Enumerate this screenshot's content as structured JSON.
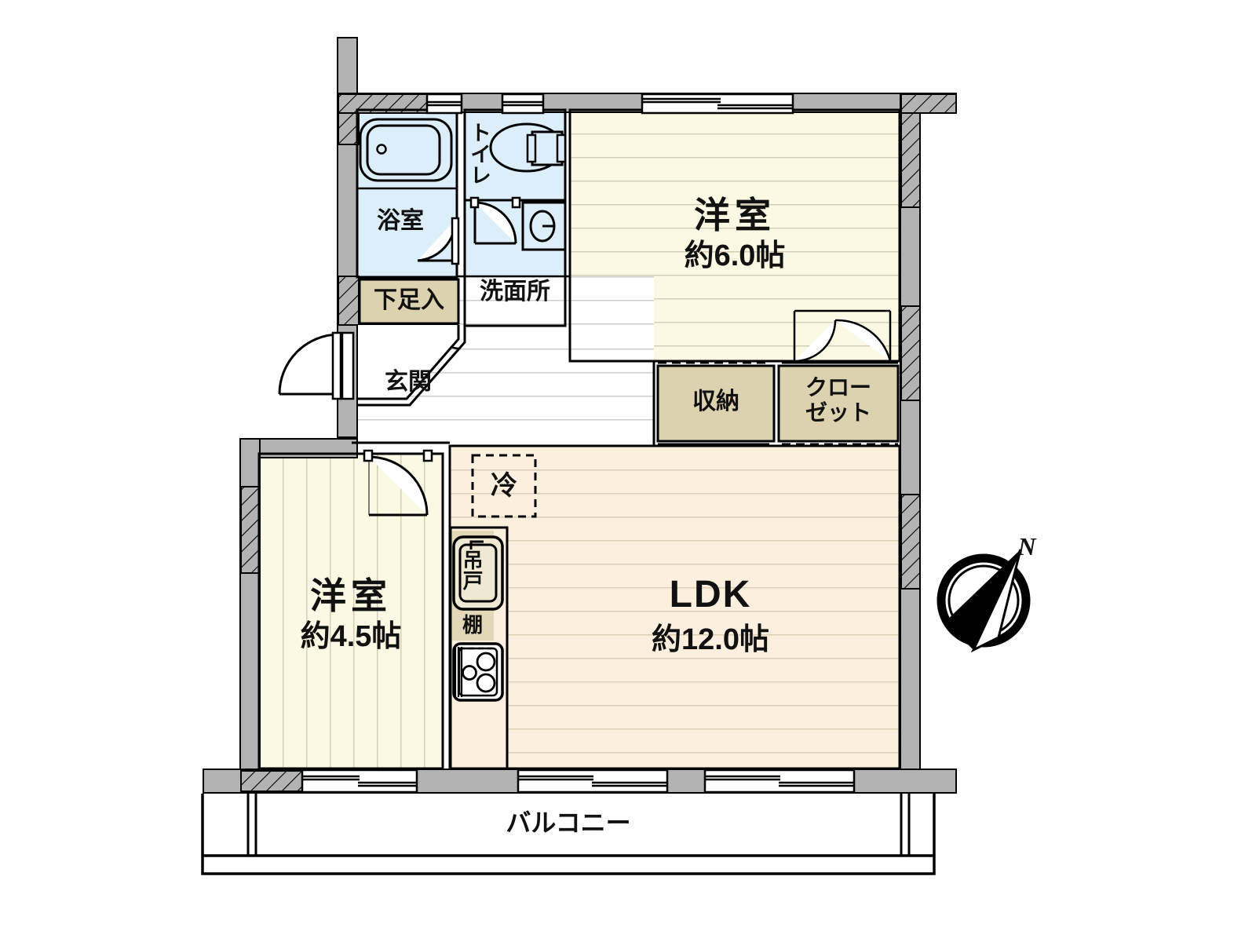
{
  "plan": {
    "type": "japanese-apartment-floor-plan",
    "layout_code": "2LDK",
    "orientation": {
      "marker": "N",
      "label": "N",
      "needle_direction": "northeast"
    }
  },
  "rooms": [
    {
      "id": "bedroom-main",
      "name": "洋室",
      "area": "約6.0帖",
      "floor": "horizontal-boards",
      "color": "#fbf8e4"
    },
    {
      "id": "bedroom-small",
      "name": "洋室",
      "area": "約4.5帖",
      "floor": "vertical-boards",
      "color": "#fbf8e4"
    },
    {
      "id": "ldk",
      "name": "LDK",
      "area": "約12.0帖",
      "floor": "horizontal-boards",
      "color": "#fcefdd"
    },
    {
      "id": "bath",
      "name": "浴室",
      "area": "",
      "floor": "tile",
      "color": "#ddeefb"
    },
    {
      "id": "toilet",
      "name": "トイレ",
      "area": "",
      "floor": "tile",
      "color": "#ddeefb"
    },
    {
      "id": "washroom",
      "name": "洗面所",
      "area": "",
      "floor": "tile",
      "color": "#ddeefb"
    },
    {
      "id": "entrance",
      "name": "玄関",
      "area": "",
      "floor": "tile",
      "color": "#ffffff"
    },
    {
      "id": "shoe-cabinet",
      "name": "下足入",
      "area": "",
      "floor": "",
      "color": "#ddd2b0"
    },
    {
      "id": "storage",
      "name": "収納",
      "area": "",
      "floor": "",
      "color": "#ddd2b0"
    },
    {
      "id": "closet",
      "name": "クローゼット",
      "area": "",
      "floor": "",
      "color": "#ddd2b0"
    },
    {
      "id": "balcony",
      "name": "バルコニー",
      "area": "",
      "floor": "",
      "color": "#ffffff"
    }
  ],
  "labels": {
    "bedroom_main_name": "洋室",
    "bedroom_main_area": "約6.0帖",
    "bedroom_small_name": "洋室",
    "bedroom_small_area": "約4.5帖",
    "ldk_name": "LDK",
    "ldk_area": "約12.0帖",
    "bath": "浴室",
    "toilet": "トイレ",
    "washroom": "洗面所",
    "entrance": "玄関",
    "shoe_cabinet": "下足入",
    "storage": "収納",
    "closet_line1": "クロー",
    "closet_line2": "ゼット",
    "balcony": "バルコニー",
    "refrigerator": "冷",
    "hanging_cupboard_line1": "吊戸",
    "hanging_cupboard_line2": "棚",
    "compass_north": "N"
  },
  "fixtures": [
    {
      "id": "bathtub",
      "name": "bathtub-icon",
      "room": "bath"
    },
    {
      "id": "toilet-bowl",
      "name": "toilet-icon",
      "room": "toilet"
    },
    {
      "id": "washbasin",
      "name": "washbasin-icon",
      "room": "washroom"
    },
    {
      "id": "refrigerator-space",
      "name": "refrigerator-icon",
      "room": "ldk",
      "label": "冷"
    },
    {
      "id": "kitchen-sink",
      "name": "sink-icon",
      "room": "ldk"
    },
    {
      "id": "gas-stove",
      "name": "stove-icon",
      "room": "ldk",
      "burners": 3
    },
    {
      "id": "hanging-cupboard",
      "name": "hanging-cupboard-icon",
      "room": "ldk",
      "label": "吊戸棚"
    }
  ],
  "openings": [
    {
      "id": "entrance-door",
      "type": "swing-door",
      "room": "entrance"
    },
    {
      "id": "bath-door",
      "type": "swing-door",
      "room": "bath"
    },
    {
      "id": "washroom-door",
      "type": "swing-door",
      "room": "washroom"
    },
    {
      "id": "bedroom-small-door",
      "type": "swing-door",
      "room": "bedroom-small"
    },
    {
      "id": "shoe-cabinet-doors",
      "type": "double-swing",
      "room": "entrance"
    },
    {
      "id": "closet-doors",
      "type": "double-swing",
      "room": "closet"
    },
    {
      "id": "bedroom-main-window",
      "type": "sliding-window",
      "room": "bedroom-main"
    },
    {
      "id": "bath-window",
      "type": "sliding-window",
      "room": "bath"
    },
    {
      "id": "toilet-window",
      "type": "sliding-window",
      "room": "toilet"
    },
    {
      "id": "balcony-window-left",
      "type": "sliding-window",
      "room": "bedroom-small"
    },
    {
      "id": "balcony-window-mid",
      "type": "sliding-window",
      "room": "ldk"
    },
    {
      "id": "balcony-window-right",
      "type": "sliding-window",
      "room": "ldk"
    }
  ],
  "colors": {
    "wall": "#b3b3b3",
    "room_yellow": "#fbf8e4",
    "ldk_peach": "#fcefdd",
    "wet_blue": "#ddeefb",
    "storage_tan": "#ddd2b0",
    "line": "#000000"
  }
}
